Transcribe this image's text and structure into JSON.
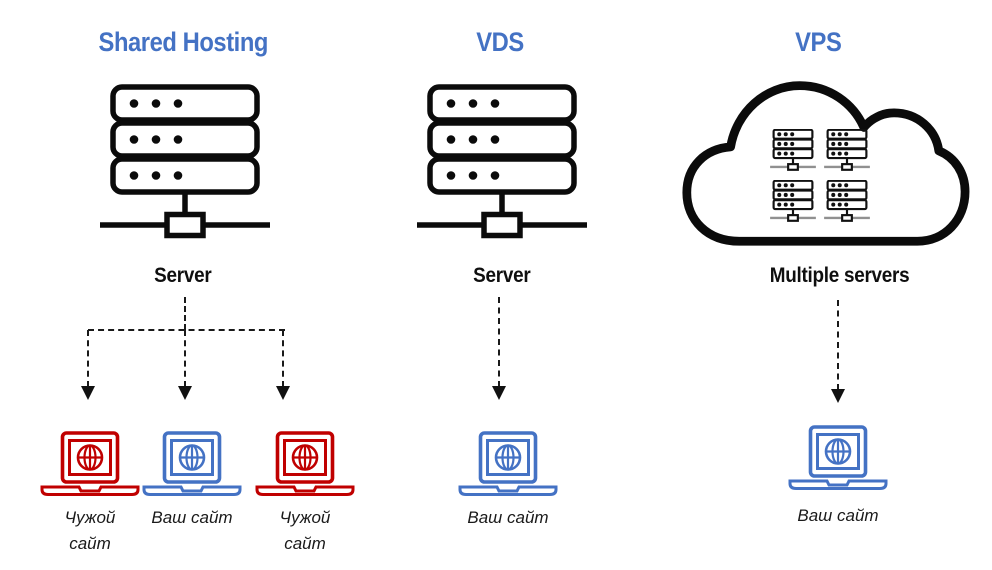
{
  "colors": {
    "accent_blue": "#4472C4",
    "accent_red": "#C00000",
    "line_black": "#111111",
    "mini_server_line_gray": "#909090",
    "background": "#ffffff"
  },
  "icons": [
    "server-rack-icon",
    "cloud-icon",
    "mini-server-icon",
    "laptop-globe-icon",
    "dashed-arrow"
  ],
  "columns": [
    {
      "title": "Shared Hosting",
      "server_icon": "server-rack-icon",
      "server_label": "Server",
      "arrow_style": "dashed",
      "clients": [
        {
          "label": "Чужой\nсайт",
          "color": "#C00000"
        },
        {
          "label": "Ваш сайт",
          "color": "#4472C4"
        },
        {
          "label": "Чужой\nсайт",
          "color": "#C00000"
        }
      ]
    },
    {
      "title": "VDS",
      "server_icon": "server-rack-icon",
      "server_label": "Server",
      "arrow_style": "dashed",
      "clients": [
        {
          "label": "Ваш сайт",
          "color": "#4472C4"
        }
      ]
    },
    {
      "title": "VPS",
      "server_icon": "cloud-icon",
      "cloud_mini_server_count": 4,
      "server_label": "Multiple servers",
      "arrow_style": "dashed",
      "clients": [
        {
          "label": "Ваш сайт",
          "color": "#4472C4"
        }
      ]
    }
  ]
}
